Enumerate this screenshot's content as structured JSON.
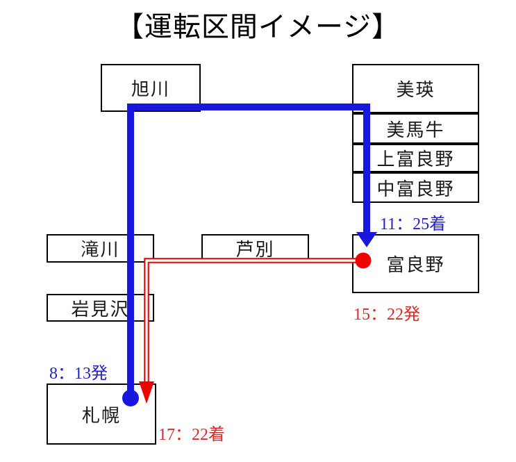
{
  "title": "【運転区間イメージ】",
  "colors": {
    "blue_line": "#1717dd",
    "blue_text": "#2222cc",
    "red_line": "#ee0000",
    "red_text": "#dd2929",
    "box_border": "#000000",
    "background": "#ffffff"
  },
  "stations": {
    "asahikawa": "旭川",
    "biei": "美瑛",
    "bibaushi": "美馬牛",
    "kamifurano": "上富良野",
    "nakafurano": "中富良野",
    "furano": "富良野",
    "takikawa": "滝川",
    "ashibetsu": "芦別",
    "iwamizawa": "岩見沢",
    "sapporo": "札幌"
  },
  "times": {
    "furano_arrival": "11：25着",
    "furano_departure": "15：22発",
    "sapporo_departure": "8：13発",
    "sapporo_arrival": "17：22着"
  }
}
